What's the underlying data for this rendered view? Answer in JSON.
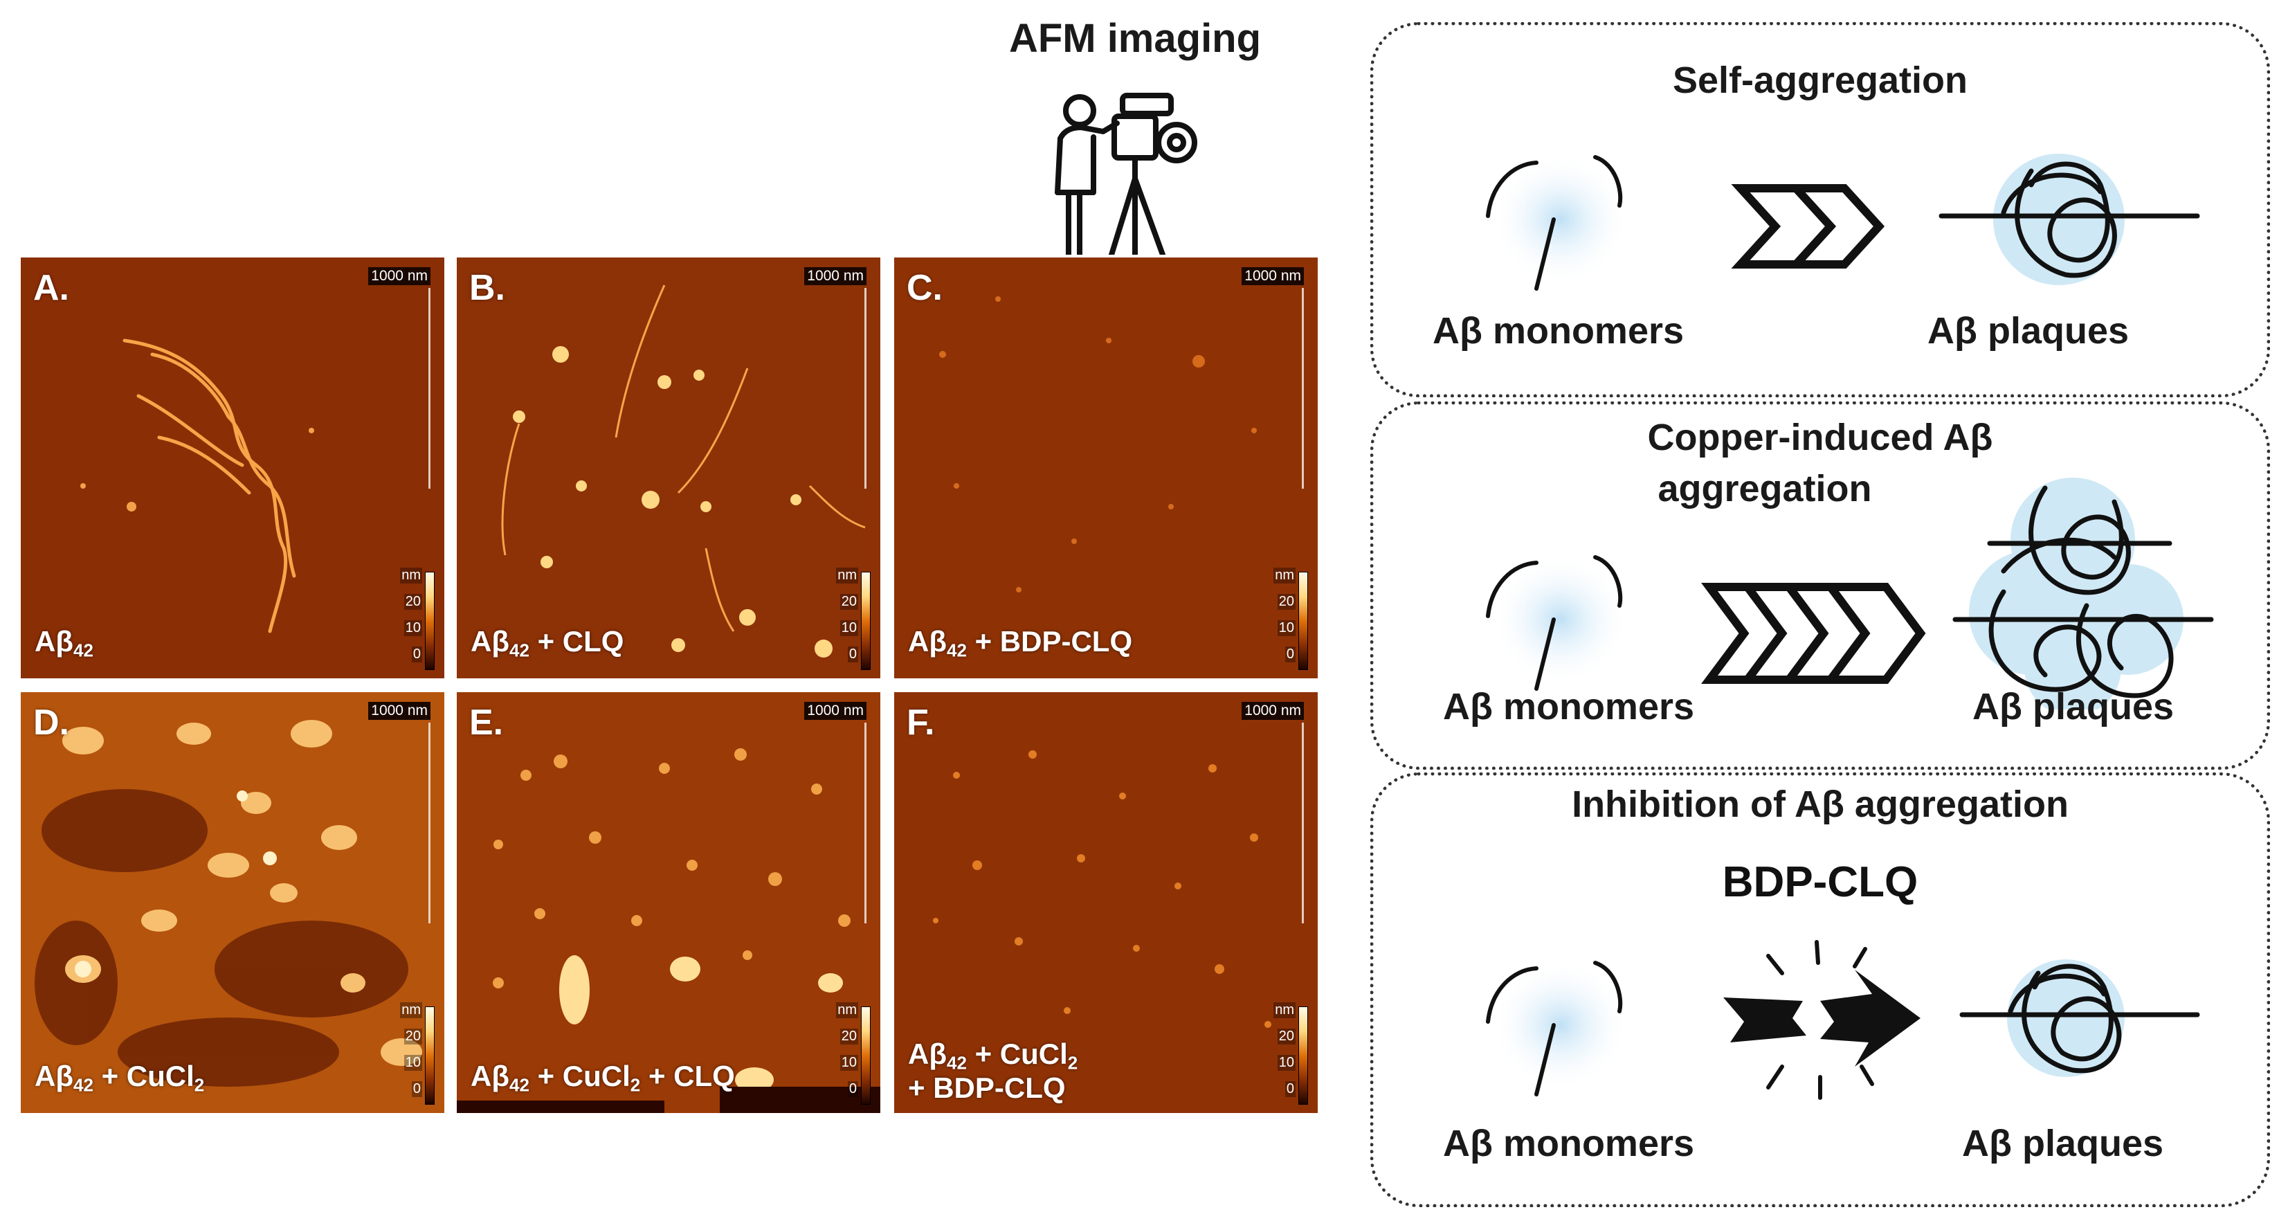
{
  "afm": {
    "title": "AFM imaging",
    "scale_text": "1000 nm",
    "colorbar": {
      "unit": "nm",
      "ticks": [
        "20",
        "10",
        "0"
      ]
    },
    "panels": [
      {
        "letter": "A.",
        "label_parts": [
          "Aβ",
          "42",
          ""
        ]
      },
      {
        "letter": "B.",
        "label_parts": [
          "Aβ",
          "42",
          " + CLQ"
        ]
      },
      {
        "letter": "C.",
        "label_parts": [
          "Aβ",
          "42",
          " + BDP-CLQ"
        ]
      },
      {
        "letter": "D.",
        "label_parts": [
          "Aβ",
          "42",
          " + CuCl",
          "2",
          ""
        ]
      },
      {
        "letter": "E.",
        "label_parts": [
          "Aβ",
          "42",
          " + CuCl",
          "2",
          " + CLQ"
        ]
      },
      {
        "letter": "F.",
        "label_parts": [
          "Aβ",
          "42",
          " + CuCl",
          "2",
          "",
          "+ BDP-CLQ"
        ]
      }
    ]
  },
  "scheme": {
    "box1": {
      "title": "Self-aggregation",
      "left_caption": "Aβ monomers",
      "right_caption": "Aβ plaques"
    },
    "box2": {
      "title_line1": "Copper-induced Aβ",
      "title_line2": "aggregation",
      "left_caption": "Aβ monomers",
      "right_caption": "Aβ plaques"
    },
    "box3": {
      "title": "Inhibition of Aβ aggregation",
      "agent": "BDP-CLQ",
      "left_caption": "Aβ monomers",
      "right_caption": "Aβ plaques"
    }
  },
  "colors": {
    "afm_base": "#8a2e05",
    "afm_highlight": "#ffe49a",
    "plaque_fill": "#cfe8f5",
    "ink": "#111111"
  }
}
